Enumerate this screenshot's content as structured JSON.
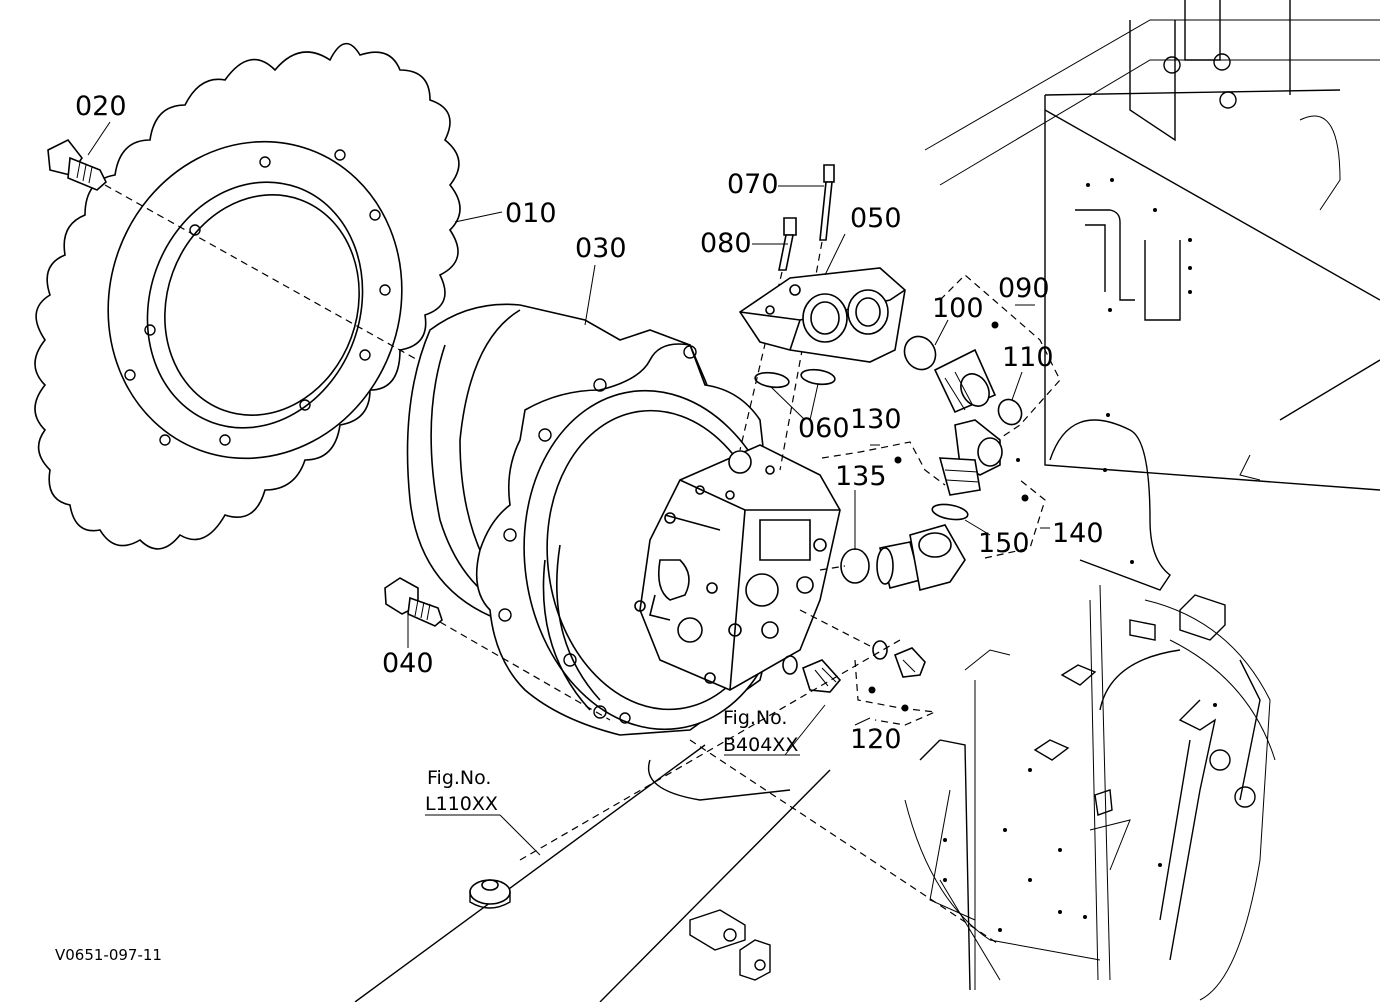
{
  "diagram": {
    "part_labels": [
      "020",
      "010",
      "030",
      "040",
      "070",
      "080",
      "050",
      "060",
      "090",
      "100",
      "110",
      "130",
      "135",
      "150",
      "140",
      "120"
    ],
    "references": [
      {
        "fig": "Fig.No.",
        "code": "B404XX"
      },
      {
        "fig": "Fig.No.",
        "code": "L110XX"
      }
    ],
    "drawing_code": "V0651-097-11"
  }
}
